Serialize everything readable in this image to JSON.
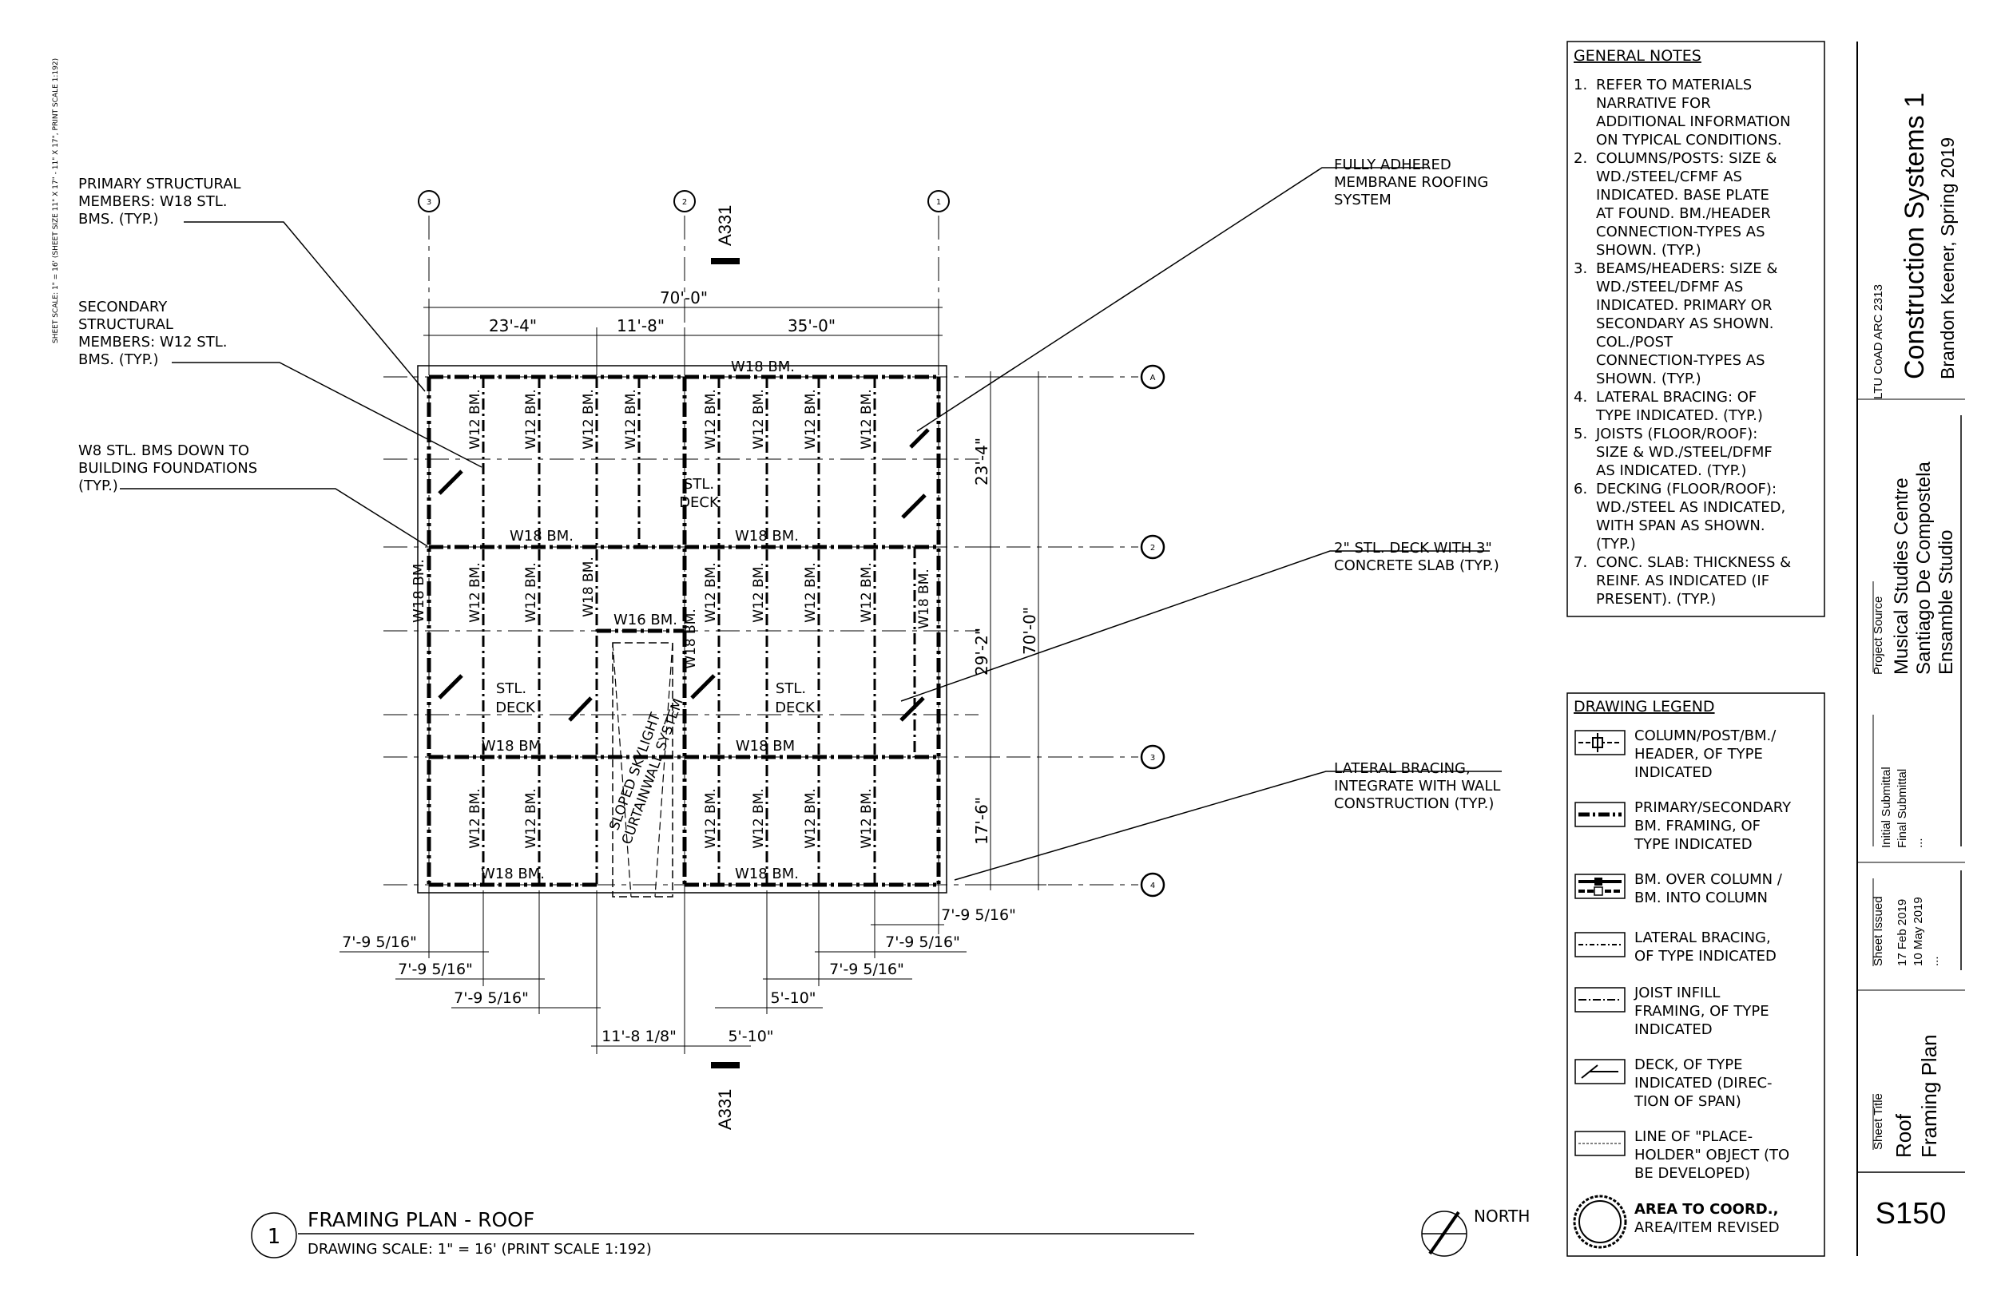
{
  "page": {
    "vertical_note": "SHEET SCALE: 1\" = 16' (SHEET SIZE 11\" X 17\" - 11\" X 17\", PRINT SCALE 1:192)"
  },
  "callouts": {
    "primary": [
      "PRIMARY STRUCTURAL",
      "MEMBERS: W18 STL.",
      "BMS. (TYP.)"
    ],
    "secondary": [
      "SECONDARY",
      "STRUCTURAL",
      "MEMBERS: W12 STL.",
      "BMS. (TYP.)"
    ],
    "w8": [
      "W8 STL. BMS DOWN TO",
      "BUILDING FOUNDATIONS",
      "(TYP.)"
    ],
    "membrane": [
      "FULLY ADHERED",
      "MEMBRANE ROOFING",
      "SYSTEM"
    ],
    "deck": [
      "2\" STL. DECK WITH 3\"",
      "CONCRETE SLAB (TYP.)"
    ],
    "bracing": [
      "LATERAL BRACING,",
      "INTEGRATE WITH WALL",
      "CONSTRUCTION (TYP.)"
    ]
  },
  "plan": {
    "grid_cols": [
      "3",
      "2",
      "1"
    ],
    "grid_rows": [
      "A",
      "2",
      "3",
      "4"
    ],
    "section_ref": "A331",
    "dim_total": "70'-0\"",
    "dim_top": [
      "23'-4\"",
      "11'-8\"",
      "35'-0\""
    ],
    "dim_right": [
      "23'-4\"",
      "29'-2\"",
      "17'-6\""
    ],
    "dim_right_total": "70'-0\"",
    "dim_bottom_left": [
      "7'-9 5/16\"",
      "7'-9 5/16\"",
      "7'-9 5/16\""
    ],
    "dim_bottom_right": [
      "7'-9 5/16\"",
      "7'-9 5/16\"",
      "7'-9 5/16\""
    ],
    "dim_bottom_center": [
      "5'-10\"",
      "11'-8 1/8\"",
      "5'-10\""
    ],
    "beam_w18": "W18 BM.",
    "beam_w18_nodot": "W18 BM",
    "beam_w12": "W12 BM.",
    "beam_w16": "W16 BM.",
    "deck": [
      "STL.",
      "DECK"
    ],
    "skylight": [
      "SLOPED SKYLIGHT",
      "CURTAINWALL SYSTEM"
    ]
  },
  "general_notes": {
    "title": "GENERAL NOTES",
    "items": [
      {
        "num": "1.",
        "lines": [
          "REFER TO MATERIALS",
          "NARRATIVE FOR",
          "ADDITIONAL INFORMATION",
          "ON TYPICAL CONDITIONS."
        ]
      },
      {
        "num": "2.",
        "lines": [
          "COLUMNS/POSTS: SIZE &",
          "WD./STEEL/CFMF AS",
          "INDICATED. BASE PLATE",
          "AT FOUND. BM./HEADER",
          "CONNECTION-TYPES AS",
          "SHOWN. (TYP.)"
        ]
      },
      {
        "num": "3.",
        "lines": [
          "BEAMS/HEADERS: SIZE &",
          "WD./STEEL/DFMF AS",
          "INDICATED. PRIMARY OR",
          "SECONDARY AS SHOWN.",
          "COL./POST",
          "CONNECTION-TYPES AS",
          "SHOWN. (TYP.)"
        ]
      },
      {
        "num": "4.",
        "lines": [
          "LATERAL BRACING: OF",
          "TYPE INDICATED. (TYP.)"
        ]
      },
      {
        "num": "5.",
        "lines": [
          "JOISTS (FLOOR/ROOF):",
          "SIZE & WD./STEEL/DFMF",
          "AS INDICATED. (TYP.)"
        ]
      },
      {
        "num": "6.",
        "lines": [
          "DECKING (FLOOR/ROOF):",
          "WD./STEEL AS INDICATED,",
          "WITH SPAN AS SHOWN.",
          "(TYP.)"
        ]
      },
      {
        "num": "7.",
        "lines": [
          "CONC. SLAB: THICKNESS &",
          "REINF. AS INDICATED (IF",
          "PRESENT). (TYP.)"
        ]
      }
    ]
  },
  "legend": {
    "title": "DRAWING LEGEND",
    "items": [
      {
        "lines": [
          "COLUMN/POST/BM./",
          "HEADER, OF TYPE",
          "INDICATED"
        ]
      },
      {
        "lines": [
          "PRIMARY/SECONDARY",
          "BM. FRAMING, OF",
          "TYPE INDICATED"
        ]
      },
      {
        "lines": [
          "BM. OVER COLUMN /",
          "BM. INTO COLUMN"
        ]
      },
      {
        "lines": [
          "LATERAL BRACING,",
          "OF TYPE INDICATED"
        ]
      },
      {
        "lines": [
          "JOIST INFILL",
          "FRAMING, OF TYPE",
          "INDICATED"
        ]
      },
      {
        "lines": [
          "DECK, OF TYPE",
          "INDICATED (DIREC-",
          "TION OF SPAN)"
        ]
      },
      {
        "lines": [
          "LINE OF \"PLACE-",
          "HOLDER\" OBJECT (TO",
          "BE DEVELOPED)"
        ]
      },
      {
        "lines": [
          "AREA TO COORD.,",
          "AREA/ITEM REVISED"
        ]
      }
    ]
  },
  "title_block": {
    "course": "LTU CoAD ARC 2313",
    "title": "Construction Systems 1",
    "author": "Brandon Keener, Spring 2019",
    "project_label": "Project Source",
    "project": [
      "Musical Studies Centre",
      "Santiago De Compostela",
      "Ensamble Studio"
    ],
    "submittals": [
      "Initial Submittal",
      "Final Submittal",
      "..."
    ],
    "issued_label": "Sheet Issued",
    "issued": [
      "17 Feb 2019",
      "10 May 2019",
      "..."
    ],
    "sheet_title_label": "Sheet Title",
    "sheet_title": [
      "Roof",
      "Framing Plan"
    ],
    "sheet_number": "S150"
  },
  "drawing_title": {
    "number": "1",
    "title": "FRAMING PLAN - ROOF",
    "scale": "DRAWING SCALE: 1\" = 16' (PRINT SCALE 1:192)"
  },
  "north": "NORTH"
}
